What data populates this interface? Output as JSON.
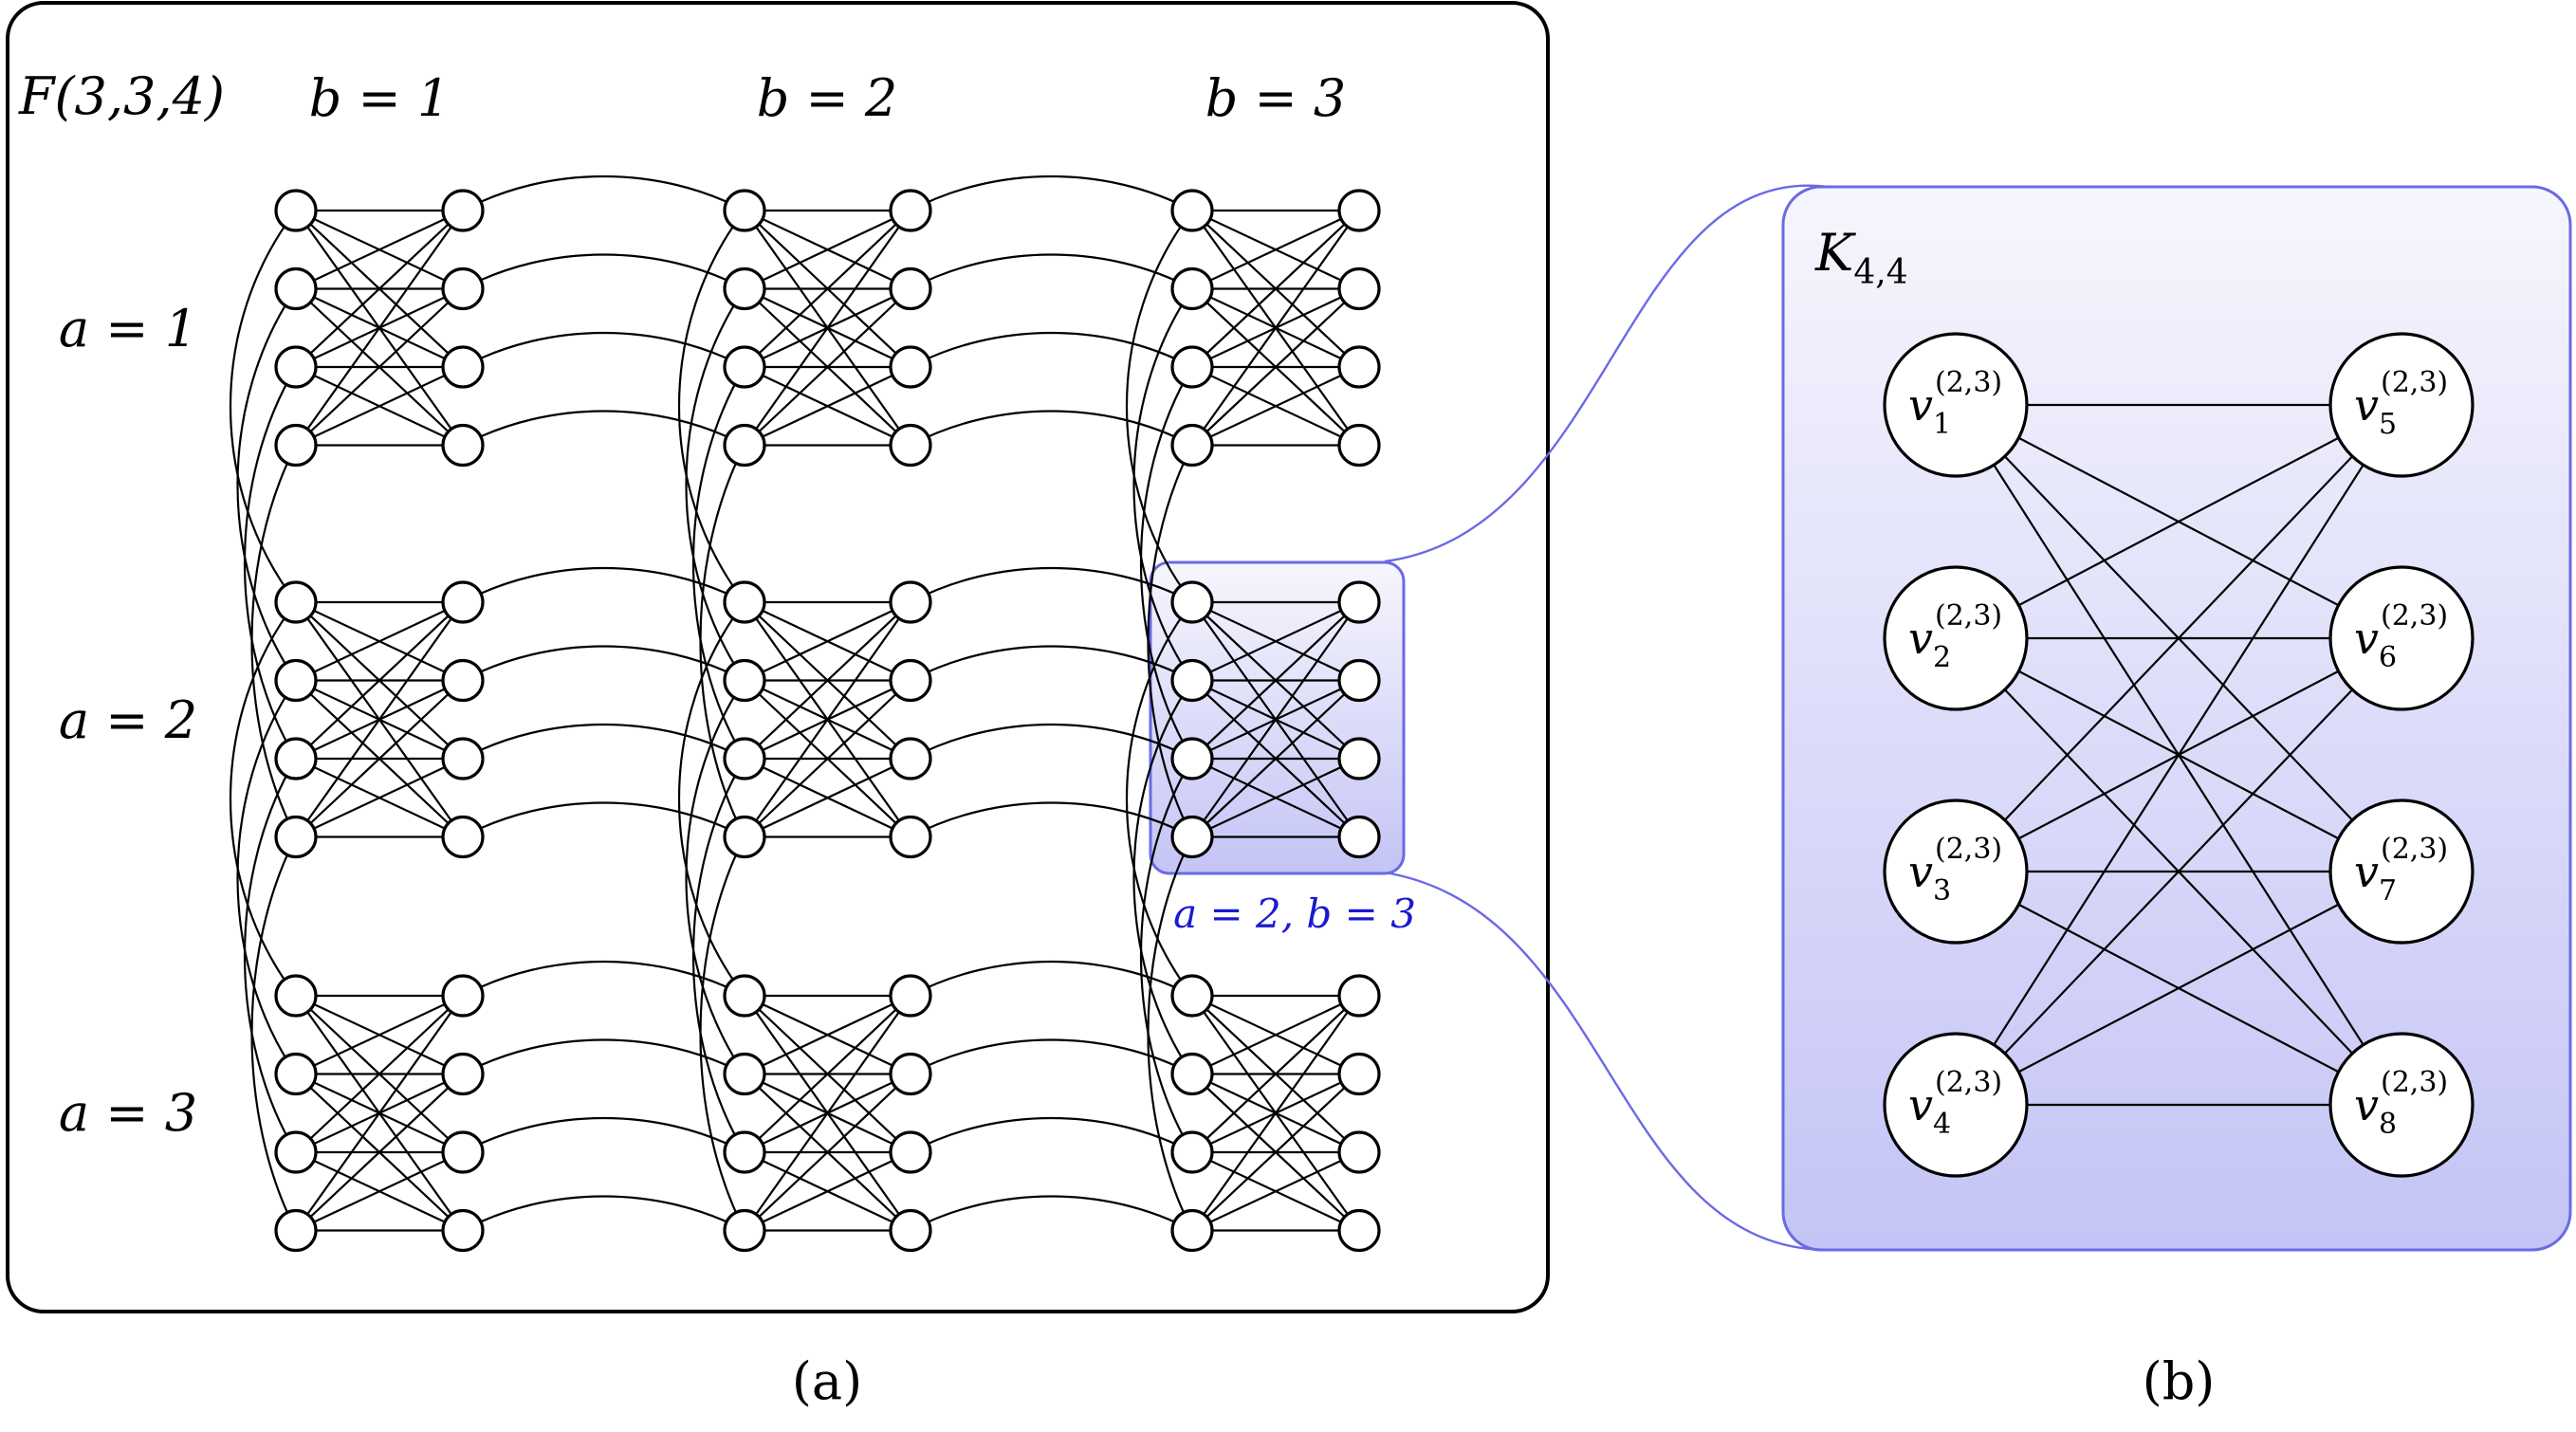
{
  "panel_a": {
    "title": "F(3,3,4)",
    "column_labels": [
      "b = 1",
      "b = 2",
      "b = 3"
    ],
    "row_labels": [
      "a = 1",
      "a = 2",
      "a = 3"
    ],
    "highlight_label": "a = 2,  b = 3",
    "caption": "(a)",
    "rows": 3,
    "columns": 3,
    "nodes_per_side": 4
  },
  "panel_b": {
    "title_base": "K",
    "title_sub": "4,4",
    "node_base": "v",
    "node_sup": "(2,3)",
    "left_nodes": [
      "1",
      "2",
      "3",
      "4"
    ],
    "right_nodes": [
      "5",
      "6",
      "7",
      "8"
    ],
    "caption": "(b)"
  },
  "colors": {
    "highlight": "#6a6ae6",
    "highlight_text": "#1a1ad0",
    "gradient_top": "#f6f6fd",
    "gradient_bottom": "#c4c4f6",
    "outline": "#000000"
  }
}
